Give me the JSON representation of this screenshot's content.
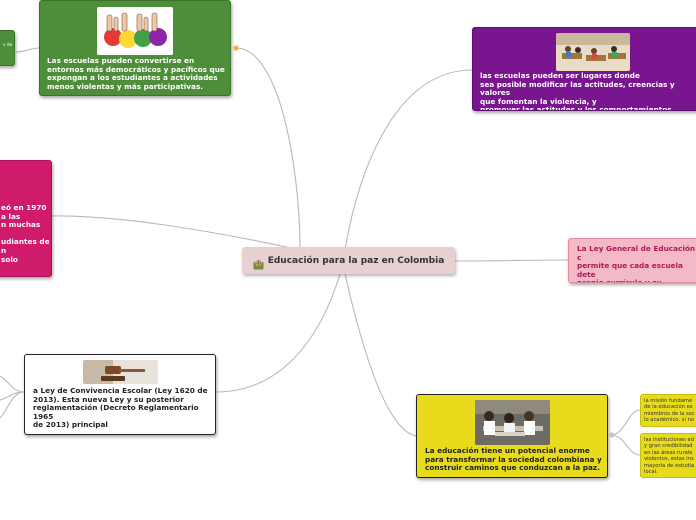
{
  "central": {
    "title": "Educación para la paz en Colombia",
    "icon": "book-globe-icon"
  },
  "nodes": {
    "green": {
      "text": "Las escuelas pueden convertirse en\nentornos más democráticos y pacíficos que\nexpongan a los estudiantes a actividades\nmenos violentas y más participativas.",
      "color": "#4e8e3a",
      "image": "hands-letters-image"
    },
    "green_edge": {
      "text": "s de"
    },
    "purple": {
      "text": "las escuelas pueden ser lugares donde\nsea posible modificar las actitudes, creencias y valores\nque fomentan la violencia, y\npromover las actitudes y los comportamientos pacíficos",
      "color": "#7a1590",
      "image": "classroom-image"
    },
    "magenta": {
      "text": "eó en 1970\na las\nn muchas\n\nudiantes de\nn\nsolo",
      "color": "#d01a6c"
    },
    "pink": {
      "text": "La Ley General de Educación c\npermite que cada escuela dete\npropio currículo y su orientacio\npedagógica",
      "color": "#f4b9c6",
      "text_color": "#b0185a"
    },
    "white": {
      "text": "a Ley de Convivencia Escolar (Ley 1620 de\n2013). Esta nueva Ley y su posterior\nreglamentación (Decreto Reglamentario\n1965\nde 2013) principal",
      "image": "gavel-image"
    },
    "yellow": {
      "text": "La educación tiene un potencial enorme\npara transformar la sociedad colombiana y\nconstruir caminos que conduzcan a la paz.",
      "color": "#e8db1c",
      "image": "classroom-students-image"
    },
    "yellow_sub1": {
      "text": "la misión fundame\nde la educación es\nmiembros de la soc\nlo académico, si no"
    },
    "yellow_sub2": {
      "text": "las instituciones ed\ny gran credibilidad\nen las áreas rurale\nviolentos, estas ins\nmayoría de estudia\nlocal."
    }
  },
  "colors": {
    "connector": "#b7b7b7",
    "collapse_dot": "#f2b632"
  }
}
